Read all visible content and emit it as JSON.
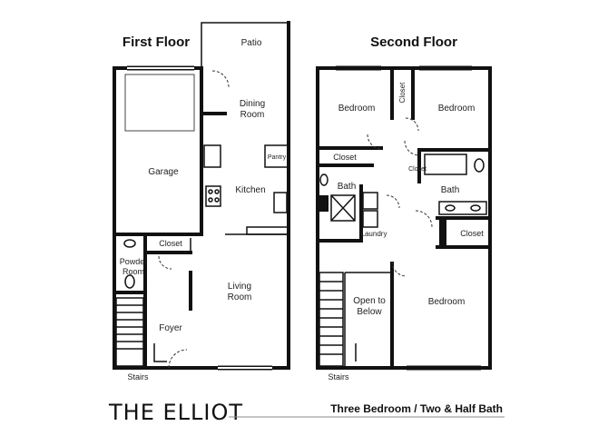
{
  "floors": {
    "first": {
      "heading": "First Floor",
      "rooms": {
        "patio": "Patio",
        "dining": "Dining\nRoom",
        "pantry": "Pantry",
        "garage": "Garage",
        "kitchen": "Kitchen",
        "closet": "Closet",
        "powder": "Powder\nRoom",
        "living": "Living\nRoom",
        "foyer": "Foyer",
        "stairs": "Stairs"
      }
    },
    "second": {
      "heading": "Second Floor",
      "rooms": {
        "bedroom_left": "Bedroom",
        "closet_vertical": "Closet",
        "bedroom_right": "Bedroom",
        "closet_left": "Closet",
        "closet_small": "Closet",
        "bath_left": "Bath",
        "bath_right": "Bath",
        "laundry": "Laundry",
        "closet_right": "Closet",
        "open_below": "Open to\nBelow",
        "bedroom_bottom": "Bedroom",
        "stairs": "Stairs"
      }
    }
  },
  "plan_name": "THE ELLIOT",
  "plan_desc": "Three Bedroom / Two & Half Bath"
}
